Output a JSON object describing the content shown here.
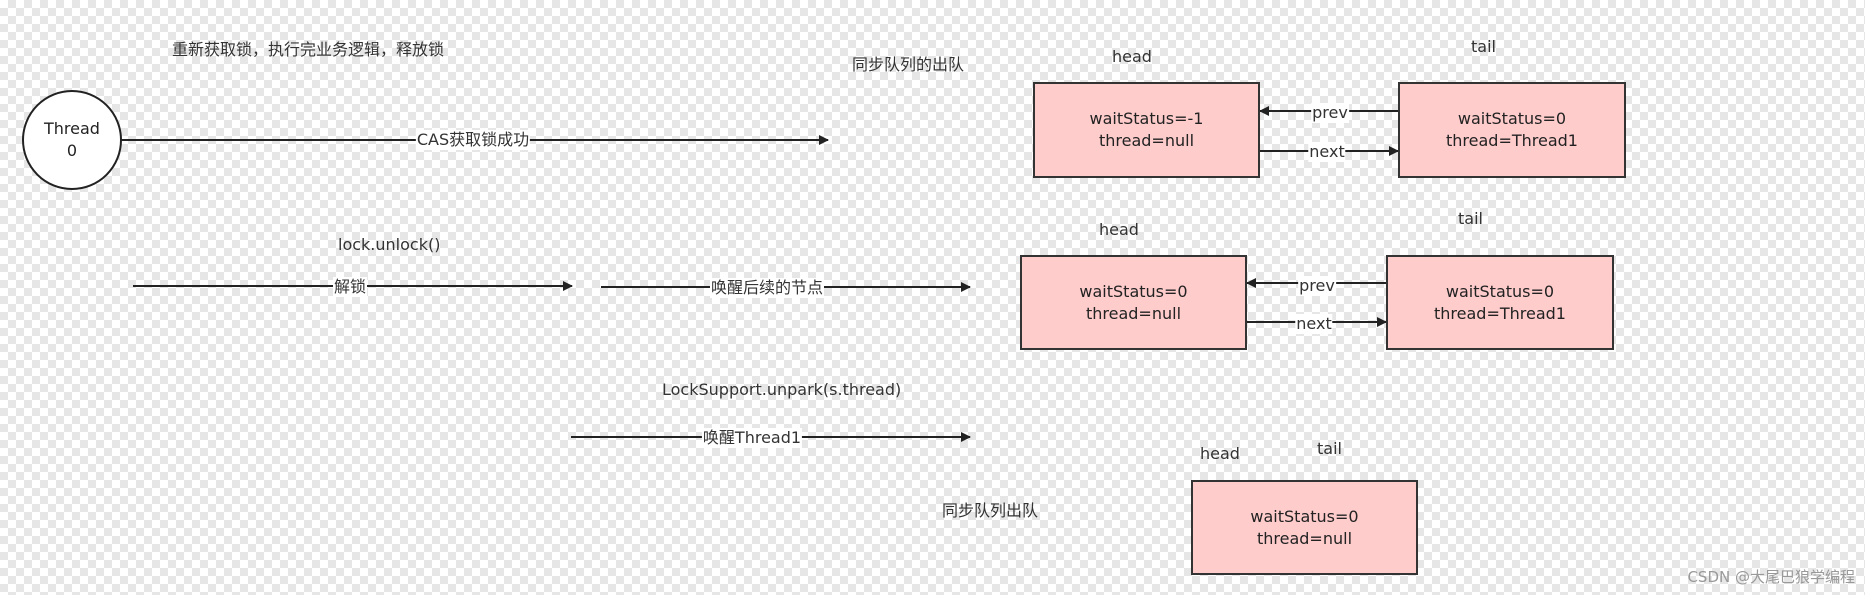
{
  "thread0": {
    "line1": "Thread",
    "line2": "0"
  },
  "labels": {
    "reacquire": "重新获取锁，执行完业务逻辑，释放锁",
    "cas_success": "CAS获取锁成功",
    "dequeue_top": "同步队列的出队",
    "lock_unlock": "lock.unlock()",
    "unlock": "解锁",
    "wake_successor": "唤醒后续的节点",
    "locksupport": "LockSupport.unpark(s.thread)",
    "wake_thread1": "唤醒Thread1",
    "dequeue_bottom": "同步队列出队"
  },
  "row1": {
    "head_label": "head",
    "tail_label": "tail",
    "head_node": {
      "status": "waitStatus=-1",
      "thread": "thread=null"
    },
    "tail_node": {
      "status": "waitStatus=0",
      "thread": "thread=Thread1"
    },
    "prev": "prev",
    "next": "next"
  },
  "row2": {
    "head_label": "head",
    "tail_label": "tail",
    "head_node": {
      "status": "waitStatus=0",
      "thread": "thread=null"
    },
    "tail_node": {
      "status": "waitStatus=0",
      "thread": "thread=Thread1"
    },
    "prev": "prev",
    "next": "next"
  },
  "row3": {
    "head_label": "head",
    "tail_label": "tail",
    "node": {
      "status": "waitStatus=0",
      "thread": "thread=null"
    }
  },
  "watermark": "CSDN @大尾巴狼学编程"
}
